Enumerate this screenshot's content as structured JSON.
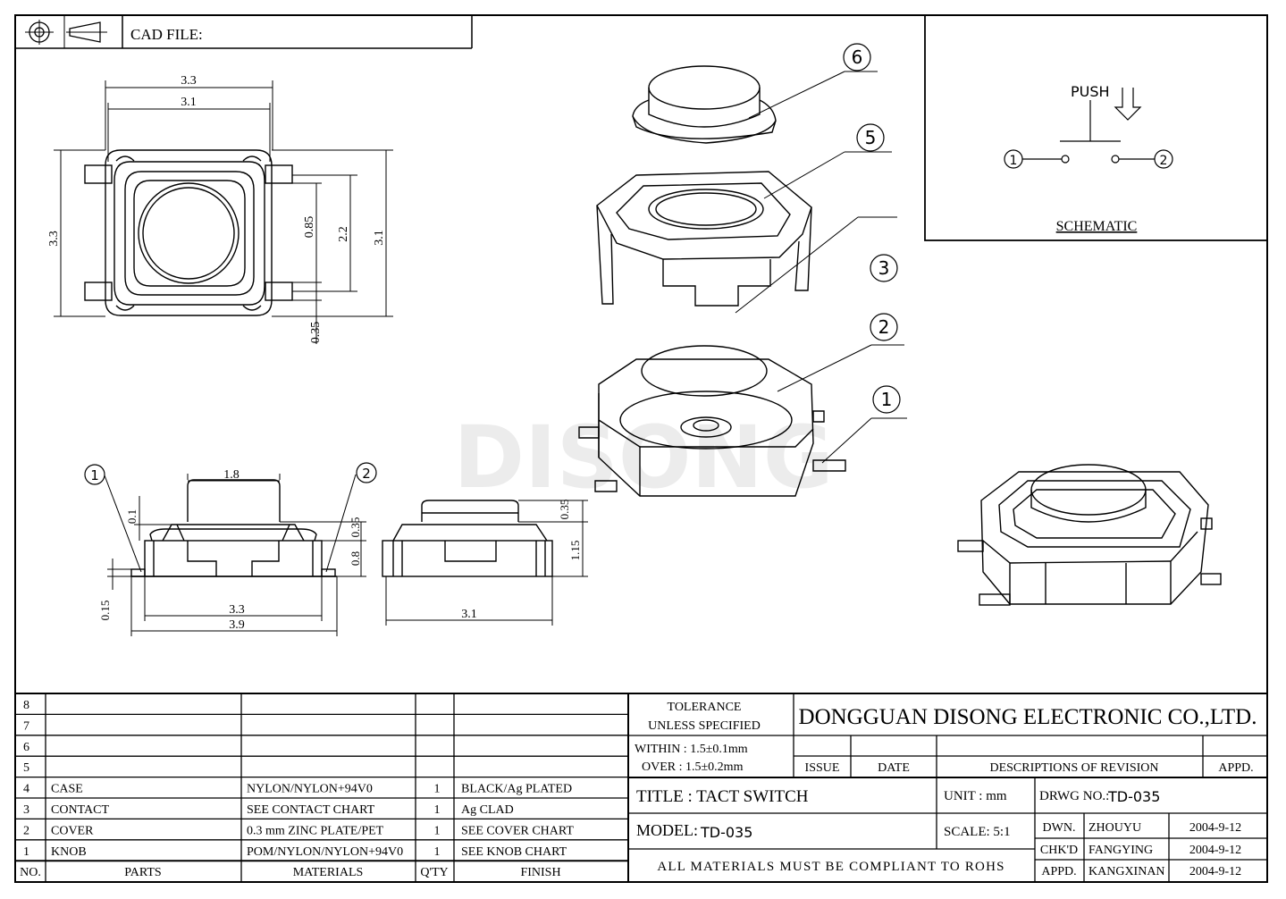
{
  "header": {
    "cad_file": "CAD FILE:"
  },
  "watermark": "DISONG",
  "top_view": {
    "d_width_outer": "3.3",
    "d_width_inner": "3.1",
    "d_height_left": "3.3",
    "d_height_right": "3.1",
    "d_pitch": "2.2",
    "d_pad": "0.85",
    "d_pad_gap": "0.35"
  },
  "side_view": {
    "d_knob": "1.8",
    "d_01": "0.1",
    "d_035": "0.35",
    "d_08": "0.8",
    "d_015": "0.15",
    "d_33": "3.3",
    "d_39": "3.9",
    "callout_1": "1",
    "callout_2": "2"
  },
  "end_view": {
    "d_035": "0.35",
    "d_115": "1.15",
    "d_31": "3.1"
  },
  "explode_callouts": [
    "6",
    "5",
    "3",
    "2",
    "1"
  ],
  "schematic": {
    "push": "PUSH",
    "pin1": "1",
    "pin2": "2",
    "caption": "SCHEMATIC"
  },
  "bom": {
    "rows": [
      {
        "no": "8",
        "part": "",
        "material": "",
        "qty": "",
        "finish": ""
      },
      {
        "no": "7",
        "part": "",
        "material": "",
        "qty": "",
        "finish": ""
      },
      {
        "no": "6",
        "part": "",
        "material": "",
        "qty": "",
        "finish": ""
      },
      {
        "no": "5",
        "part": "",
        "material": "",
        "qty": "",
        "finish": ""
      },
      {
        "no": "4",
        "part": "CASE",
        "material": "NYLON/NYLON+94V0",
        "qty": "1",
        "finish": "BLACK/Ag PLATED"
      },
      {
        "no": "3",
        "part": "CONTACT",
        "material": "SEE CONTACT CHART",
        "qty": "1",
        "finish": "Ag CLAD"
      },
      {
        "no": "2",
        "part": "COVER",
        "material": "0.3 mm ZINC PLATE/PET",
        "qty": "1",
        "finish": "SEE COVER CHART"
      },
      {
        "no": "1",
        "part": "KNOB",
        "material": "POM/NYLON/NYLON+94V0",
        "qty": "1",
        "finish": "SEE KNOB CHART"
      }
    ],
    "headers": {
      "no": "NO.",
      "parts": "PARTS",
      "materials": "MATERIALS",
      "qty": "Q'TY",
      "finish": "FINISH"
    }
  },
  "title_block": {
    "tolerance_1": "TOLERANCE",
    "tolerance_2": "UNLESS   SPECIFIED",
    "within": "WITHIN : 1.5±0.1mm",
    "over": "OVER : 1.5±0.2mm",
    "company": "DONGGUAN DISONG ELECTRONIC CO.,LTD.",
    "issue": "ISSUE",
    "date": "DATE",
    "desc": "DESCRIPTIONS OF REVISION",
    "appd": "APPD.",
    "title_label": "TITLE :  TACT SWITCH",
    "unit_label": "UNIT :   mm",
    "drwg_label": "DRWG NO.:",
    "drwg_no": "TD-035",
    "model_label": "MODEL:",
    "model": "TD-035",
    "scale_label": "SCALE:   5:1",
    "rohs": "ALL MATERIALS MUST BE COMPLIANT TO ROHS",
    "dwn": "DWN.",
    "dwn_name": "ZHOUYU",
    "dwn_date": "2004-9-12",
    "chk": "CHK'D",
    "chk_name": "FANGYING",
    "chk_date": "2004-9-12",
    "appd2": "APPD.",
    "appd_name": "KANGXINAN",
    "appd_date": "2004-9-12"
  }
}
